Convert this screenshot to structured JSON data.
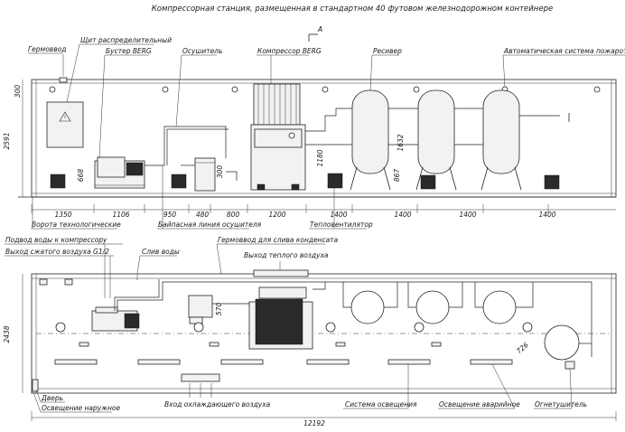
{
  "title": "Компрессорная станция, размещенная в стандартном 40 футовом железнодорожном контейнере",
  "section_mark": "А",
  "side_view": {
    "labels": {
      "hermovvod": "Гермоввод",
      "switchboard": "Щит распределительный",
      "booster": "Бустер BERG",
      "dryer": "Осушитель",
      "compressor": "Компрессор BERG",
      "receiver": "Ресивер",
      "fire_system": "Автоматическая система пожаротушения",
      "gate": "Ворота технологические",
      "bypass": "Байпасная линия осушителя",
      "heater": "Тепловентилятор"
    },
    "dims": {
      "height_total": "2591",
      "top": "300",
      "booster_h": "668",
      "dryer_h": "300",
      "pipe_h": "1180",
      "receiver_h": "1632",
      "receiver_leg": "867",
      "bottom": [
        "1350",
        "1106",
        "950",
        "480",
        "800",
        "1200",
        "1400",
        "1400",
        "1400",
        "1400"
      ]
    }
  },
  "plan_view": {
    "labels": {
      "water_supply": "Подвод воды к компрессору",
      "air_outlet": "Выход сжатого воздуха G1/2",
      "drain": "Слив воды",
      "hermovvod_condensate": "Гермоввод для слива конденсата",
      "warm_air": "Выход теплого воздуха",
      "door": "Дверь",
      "outdoor_light": "Освещение наружное",
      "cooling_air": "Вход охлаждающего воздуха",
      "lighting": "Система освещения",
      "emergency_light": "Освещение аварийное",
      "extinguisher": "Огнетушитель"
    },
    "dims": {
      "width": "2438",
      "dryer_dim": "570",
      "receiver_offset": "726",
      "length_total": "12192"
    }
  }
}
